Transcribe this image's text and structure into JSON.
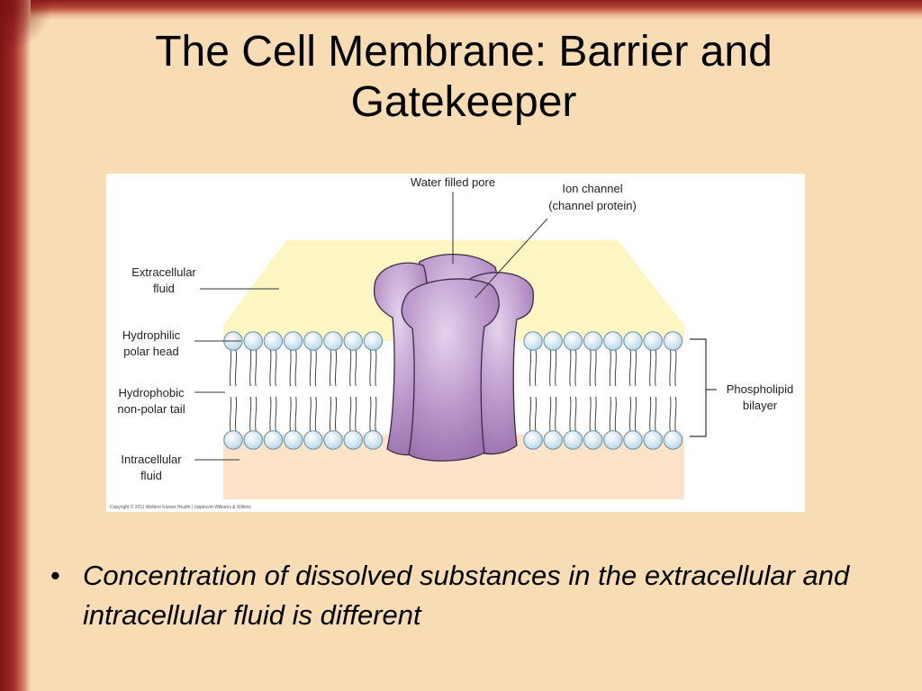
{
  "slide": {
    "title": "The Cell Membrane: Barrier and Gatekeeper"
  },
  "figure": {
    "labels": {
      "water_pore": "Water filled pore",
      "ion_channel_line1": "Ion channel",
      "ion_channel_line2": "(channel protein)",
      "extracellular_line1": "Extracellular",
      "extracellular_line2": "fluid",
      "hydrophilic_line1": "Hydrophilic",
      "hydrophilic_line2": "polar head",
      "hydrophobic_line1": "Hydrophobic",
      "hydrophobic_line2": "non-polar tail",
      "intracellular_line1": "Intracellular",
      "intracellular_line2": "fluid",
      "phospholipid_line1": "Phospholipid",
      "phospholipid_line2": "bilayer"
    },
    "copyright": "Copyright © 2011 Wolters Kluwer Health | Lippincott Williams & Wilkins",
    "colors": {
      "extracellular": "#fdf6c3",
      "intracellular": "#fde3c8",
      "head_fill": "#dcedf7",
      "protein_fill": "#b48fc4",
      "protein_stroke": "#3b2a45"
    }
  },
  "bullets": [
    {
      "symbol": "•",
      "text": "Concentration of dissolved substances in the extracellular and intracellular fluid is different"
    }
  ]
}
